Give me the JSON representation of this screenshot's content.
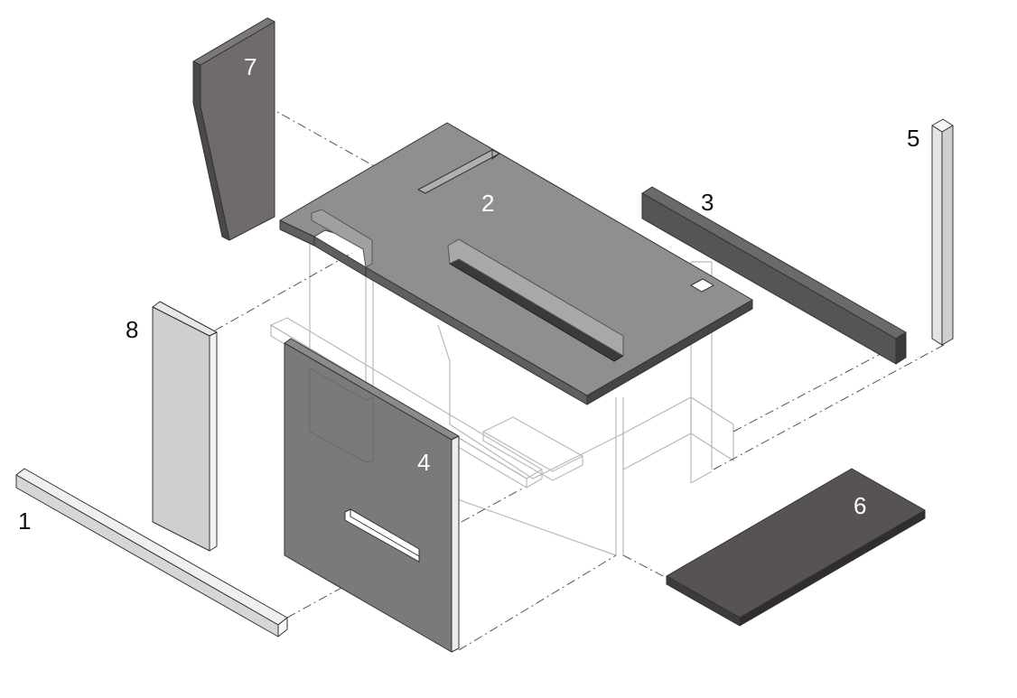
{
  "parts": [
    {
      "id": "part-1",
      "label": "1",
      "shade": "light",
      "face": "#e0e0e0",
      "side": "#c8c8c8",
      "top": "#f0f0f0"
    },
    {
      "id": "part-2",
      "label": "2",
      "shade": "mid",
      "face": "#8d8d8d",
      "side": "#5c5c5c",
      "top": "#9a9a9a"
    },
    {
      "id": "part-3",
      "label": "3",
      "shade": "dark",
      "face": "#555555",
      "side": "#3a3a3a",
      "top": "#6a6a6a"
    },
    {
      "id": "part-4",
      "label": "4",
      "shade": "mid",
      "face": "#7a7a7a",
      "side": "#4a4a4a",
      "top": "#8a8a8a"
    },
    {
      "id": "part-5",
      "label": "5",
      "shade": "light",
      "face": "#e4e4e4",
      "side": "#cfcfcf",
      "top": "#f4f4f4"
    },
    {
      "id": "part-6",
      "label": "6",
      "shade": "dark",
      "face": "#575353",
      "side": "#3e3b3b",
      "top": "#6b6767"
    },
    {
      "id": "part-7",
      "label": "7",
      "shade": "mid",
      "face": "#6f6b6b",
      "side": "#4b4848",
      "top": "#7c7878"
    },
    {
      "id": "part-8",
      "label": "8",
      "shade": "light",
      "face": "#cfcfcf",
      "side": "#b6b6b6",
      "top": "#e8e8e8"
    }
  ]
}
